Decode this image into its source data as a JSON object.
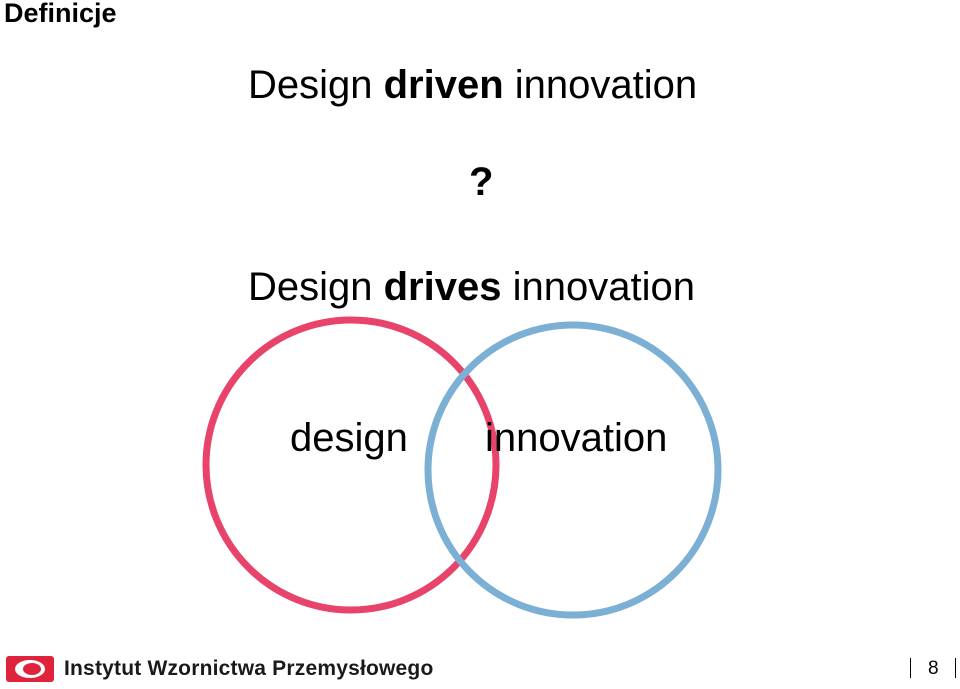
{
  "header": {
    "title": "Definicje"
  },
  "statement_1": {
    "prefix": "Design ",
    "emphasis": "driven",
    "suffix": " innovation"
  },
  "question_mark": "?",
  "statement_2": {
    "prefix": "Design ",
    "emphasis": "drives",
    "suffix": " innovation"
  },
  "venn": {
    "left_label": "design",
    "right_label": "innovation",
    "left_color": "#e8436a",
    "right_color": "#7bafd4"
  },
  "footer": {
    "organization": "Instytut Wzornictwa Przemysłowego",
    "logo_color": "#e0233c",
    "page_number": "8"
  }
}
